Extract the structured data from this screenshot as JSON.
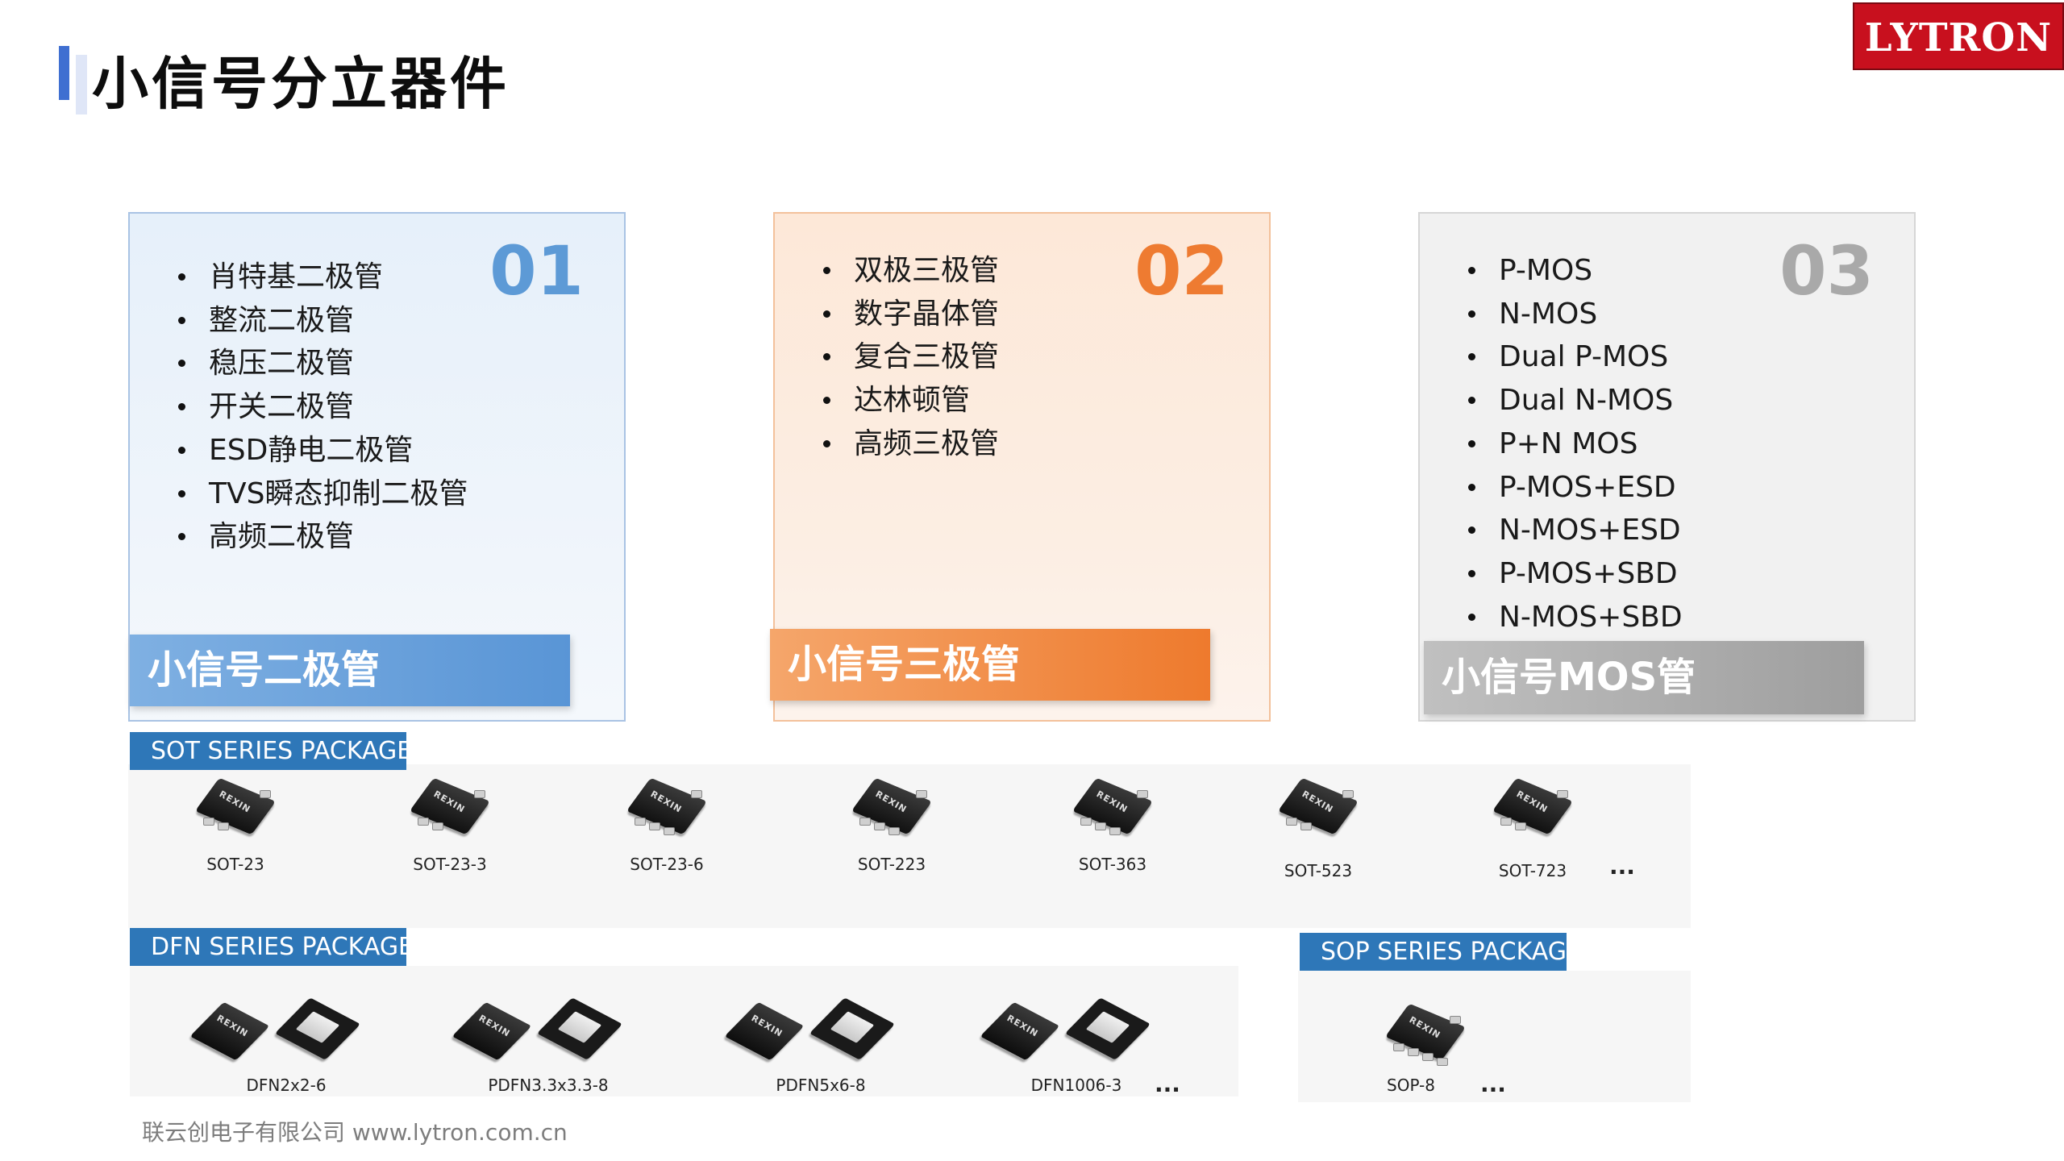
{
  "header": {
    "title": "小信号分立器件",
    "logo_text": "LYTRON"
  },
  "cards": [
    {
      "number": "01",
      "items": [
        "肖特基二极管",
        "整流二极管",
        "稳压二极管",
        "开关二极管",
        "ESD静电二极管",
        "TVS瞬态抑制二极管",
        "高频二极管"
      ],
      "label": "小信号二极管",
      "accent": "#5995d6"
    },
    {
      "number": "02",
      "items": [
        "双极三极管",
        "数字晶体管",
        "复合三极管",
        "达林顿管",
        "高频三极管"
      ],
      "label": "小信号三极管",
      "accent": "#ee7a2d"
    },
    {
      "number": "03",
      "items": [
        "P-MOS",
        "N-MOS",
        "Dual P-MOS",
        "Dual N-MOS",
        "P+N MOS",
        "P-MOS+ESD",
        "N-MOS+ESD",
        "P-MOS+SBD",
        "N-MOS+SBD"
      ],
      "label": "小信号MOS管",
      "accent": "#a9a9a9"
    }
  ],
  "packages": {
    "sot": {
      "title": "SOT SERIES PACKAGE",
      "items": [
        "SOT-23",
        "SOT-23-3",
        "SOT-23-6",
        "SOT-223",
        "SOT-363",
        "SOT-523",
        "SOT-723"
      ],
      "more": "..."
    },
    "dfn": {
      "title": "DFN SERIES PACKAGE",
      "items": [
        "DFN2x2-6",
        "PDFN3.3x3.3-8",
        "PDFN5x6-8",
        "DFN1006-3"
      ],
      "more": "..."
    },
    "sop": {
      "title": "SOP SERIES PACKAGE",
      "items": [
        "SOP-8"
      ],
      "more": "..."
    },
    "chip_marking": "REXIN"
  },
  "footer": {
    "text": "联云创电子有限公司 www.lytron.com.cn"
  },
  "colors": {
    "series_tab": "#2e77b8",
    "logo_bg": "#c8101e",
    "title_accent": "#3f6fd1"
  }
}
